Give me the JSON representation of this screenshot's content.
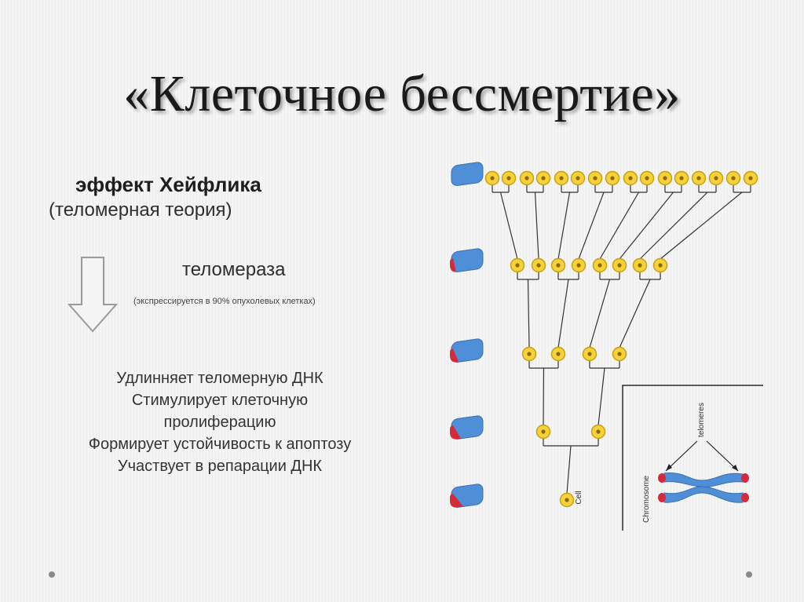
{
  "slide": {
    "title": "«Клеточное бессмертие»",
    "subtitle": "эффект Хейфлика",
    "subtitle_paren": "(теломерная теория)",
    "enzyme_label": "теломераза",
    "expression_note": "(экспрессируется в 90% опухолевых клетках)",
    "functions": [
      "Удлинняет теломерную ДНК",
      "Стимулирует клеточную",
      "пролиферацию",
      "Формирует устойчивость к апоптозу",
      "Участвует в репарации ДНК"
    ]
  },
  "diagram": {
    "cell_label": "Cell",
    "chromosome_label": "Chromosome",
    "telomeres_label": "telomeres",
    "colors": {
      "chromosome_blue": "#4f8fd8",
      "telomere_red": "#d42a3a",
      "cell_yellow": "#f5d23a",
      "cell_outline": "#c8a010",
      "line": "#333333"
    }
  }
}
